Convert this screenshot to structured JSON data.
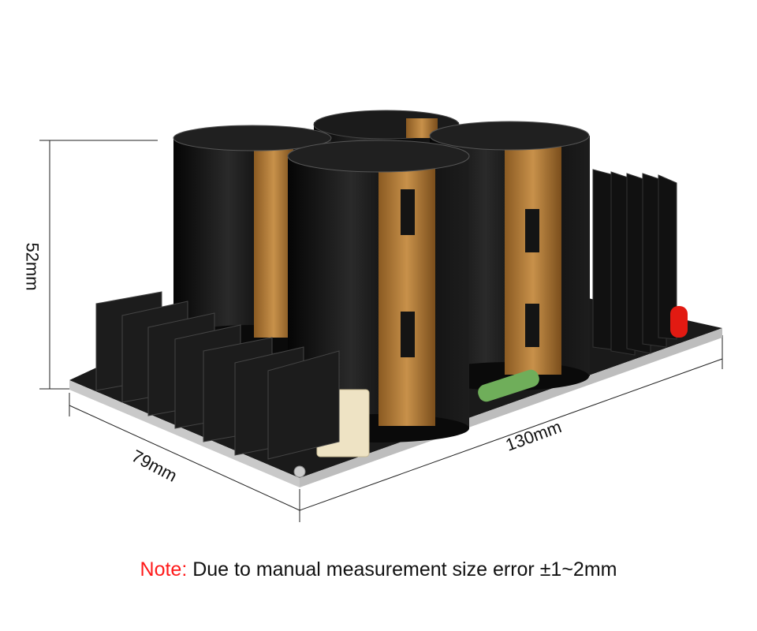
{
  "dimensions": {
    "height": "52mm",
    "depth": "79mm",
    "width": "130mm"
  },
  "note": {
    "label": "Note:",
    "text": " Due to manual measurement size error ±1~2mm"
  },
  "colors": {
    "note_label": "#ff1a1a",
    "capacitor_body": "#141414",
    "capacitor_stripe": "#b5803e",
    "board": "#1a1a1a"
  }
}
